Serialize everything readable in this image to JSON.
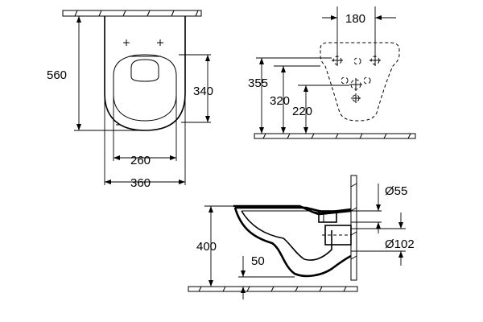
{
  "top_view": {
    "depth": "560",
    "width": "360",
    "opening_width": "260",
    "opening_depth": "340"
  },
  "rear_view": {
    "fixing_spacing": "180",
    "height_1": "355",
    "height_2": "320",
    "height_3": "220"
  },
  "side_view": {
    "diameter_1": "Ø55",
    "diameter_2": "Ø102",
    "height": "400",
    "offset": "50"
  }
}
